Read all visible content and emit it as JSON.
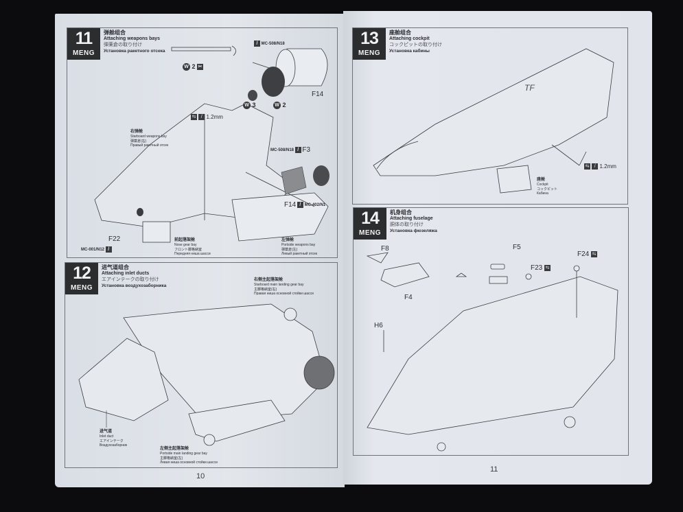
{
  "brand": "MENG",
  "pages": {
    "left_number": "10",
    "right_number": "11"
  },
  "steps": {
    "s11": {
      "number": "11",
      "title_cn": "弹舱组合",
      "title_en": "Attaching weapons bays",
      "title_jp": "弾薬倉の取り付け",
      "title_ru": "Установка ракетного отсека",
      "parts": {
        "f14_top": "F14",
        "f3": "F3",
        "f14_mid": "F14",
        "f22": "F22"
      },
      "paints": {
        "top": "MC-508/N18",
        "f3": "MC-508/N18",
        "f14": "MC-402/N1",
        "f22": "MC-001/N12"
      },
      "decals": {
        "w2a": "2",
        "w3": "3",
        "w2b": "2",
        "w_letter": "W"
      },
      "dims": {
        "wire": "1.2mm"
      },
      "callouts": {
        "starboard": {
          "cn": "右弹舱",
          "en": "Starboard weapons bay",
          "jp": "弾薬倉(右)",
          "ru": "Правый ракетный отсек"
        },
        "portside": {
          "cn": "左弹舱",
          "en": "Portside weapons bay",
          "jp": "弾薬倉(左)",
          "ru": "Левый ракетный отсек"
        },
        "nose": {
          "cn": "前起落架舱",
          "en": "Nose gear bay",
          "jp": "フロント脚格納室",
          "ru": "Передняя ниша шасси"
        }
      }
    },
    "s12": {
      "number": "12",
      "title_cn": "进气道组合",
      "title_en": "Attaching inlet ducts",
      "title_jp": "エアインテークの取り付け",
      "title_ru": "Установка воздухозаборника",
      "callouts": {
        "starboard_gear": {
          "cn": "右侧主起落架舱",
          "en": "Starboard main landing gear bay",
          "jp": "主脚格納室(右)",
          "ru": "Правая ниша основной стойки шасси"
        },
        "inlet": {
          "cn": "进气道",
          "en": "Inlet duct",
          "jp": "エアインテーク",
          "ru": "Воздухозаборник"
        },
        "portside_gear": {
          "cn": "左侧主起落架舱",
          "en": "Portside main landing gear bay",
          "jp": "主脚格納室(左)",
          "ru": "Левая ниша основной стойки шасси"
        }
      }
    },
    "s13": {
      "number": "13",
      "title_cn": "座舱组合",
      "title_en": "Attaching cockpit",
      "title_jp": "コックピットの取り付け",
      "title_ru": "Установка кабины",
      "dims": {
        "wire": "1.2mm"
      },
      "marking": "TF",
      "callouts": {
        "cockpit": {
          "cn": "座舱",
          "en": "Cockpit",
          "jp": "コックピット",
          "ru": "Кабина"
        }
      }
    },
    "s14": {
      "number": "14",
      "title_cn": "机身组合",
      "title_en": "Attaching fuselage",
      "title_jp": "胴体の取り付け",
      "title_ru": "Установка фюзеляжа",
      "parts": {
        "f8": "F8",
        "f4": "F4",
        "f5": "F5",
        "f23": "F23",
        "f24": "F24",
        "h6": "H6"
      }
    }
  },
  "icons": {
    "paint": "brush-icon",
    "cut": "cut-icon",
    "decal": "decal-w-icon",
    "arrow": "arrow-right-icon"
  }
}
